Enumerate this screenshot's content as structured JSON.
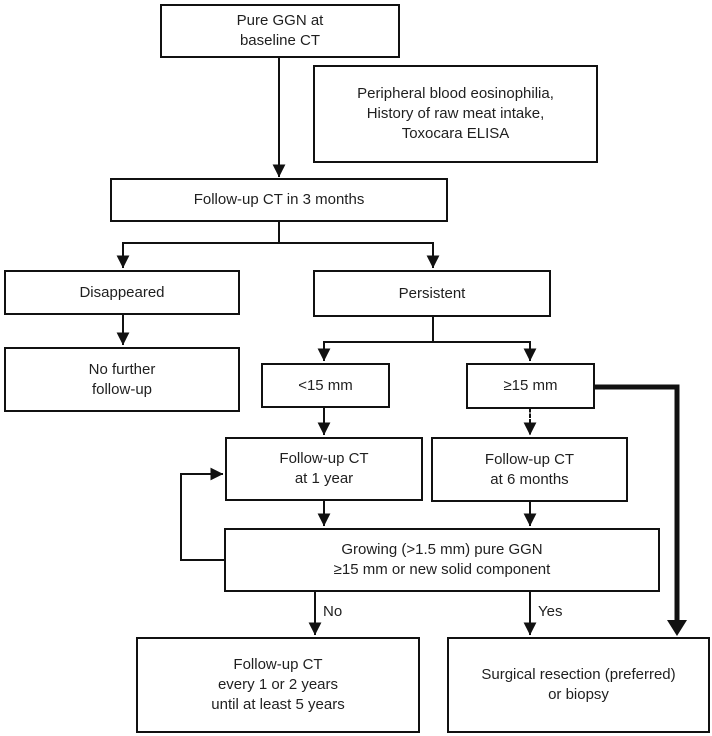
{
  "diagram": {
    "type": "flowchart",
    "background": "#ffffff",
    "line_color": "#111111",
    "text_color": "#1f1f1f",
    "nodes": {
      "pure_ggn": "Pure GGN at\nbaseline CT",
      "eosinophilia": "Peripheral blood eosinophilia,\nHistory of raw meat intake,\nToxocara ELISA",
      "followup_3mo": "Follow-up CT in 3 months",
      "disappeared": "Disappeared",
      "persistent": "Persistent",
      "no_further_followup": "No further\nfollow-up",
      "lt_15mm": "<15 mm",
      "ge_15mm": "≥15 mm",
      "followup_1yr": "Follow-up CT\nat 1 year",
      "followup_6mo": "Follow-up CT\nat 6 months",
      "growing": "Growing (>1.5 mm) pure GGN\n≥15 mm or new solid component",
      "followup_years": "Follow-up CT\nevery 1 or 2 years\nuntil at least 5 years",
      "surgical": "Surgical resection (preferred)\nor biopsy"
    },
    "edge_labels": {
      "no": "No",
      "yes": "Yes"
    }
  }
}
